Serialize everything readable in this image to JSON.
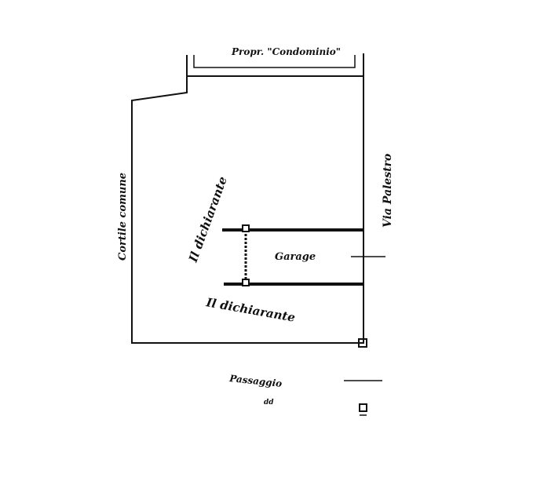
{
  "labels": {
    "top_neighbor": "Propr. \"Condominio\"",
    "left_side": "Cortile comune",
    "right_street": "Via Palestro",
    "garage": "Garage",
    "signature_upper": "Il dichiarante",
    "signature_lower": "Il dichiarante",
    "bottom_passage": "Passaggio",
    "bottom_passage_sub": "dd"
  }
}
